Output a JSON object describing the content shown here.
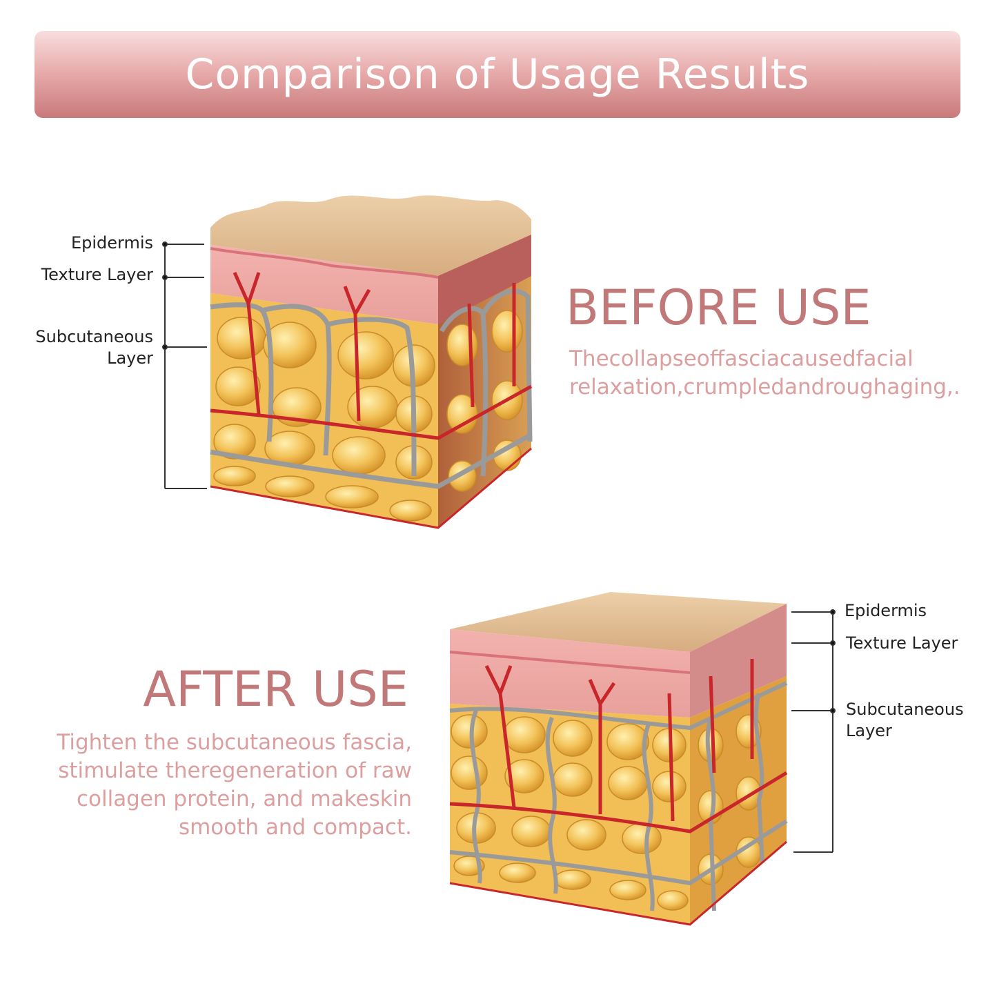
{
  "banner": {
    "title": "Comparison of Usage Results"
  },
  "before": {
    "heading": "BEFORE USE",
    "description": [
      "Thecollapseoffasciacausedfacial",
      "relaxation,crumpledandroughaging,."
    ],
    "labels": {
      "epidermis": "Epidermis",
      "texture": "Texture Layer",
      "subcutaneous_1": "Subcutaneous",
      "subcutaneous_2": "Layer"
    }
  },
  "after": {
    "heading": "AFTER USE",
    "description": [
      "Tighten the subcutaneous fascia,",
      "stimulate theregeneration of raw",
      "collagen protein, and makeskin",
      "smooth and compact."
    ],
    "labels": {
      "epidermis": "Epidermis",
      "texture": "Texture Layer",
      "subcutaneous_1": "Subcutaneous",
      "subcutaneous_2": "Layer"
    }
  },
  "colors": {
    "banner_top": "#f9dede",
    "banner_bottom": "#c97a7a",
    "heading": "#c07878",
    "description": "#dc9f9f",
    "fat": "#f1bf55",
    "vessel": "#c8262a",
    "fascia": "#9a9a9a",
    "skin_top": "#e8c8a0",
    "dermis": "#eeaaa8"
  }
}
